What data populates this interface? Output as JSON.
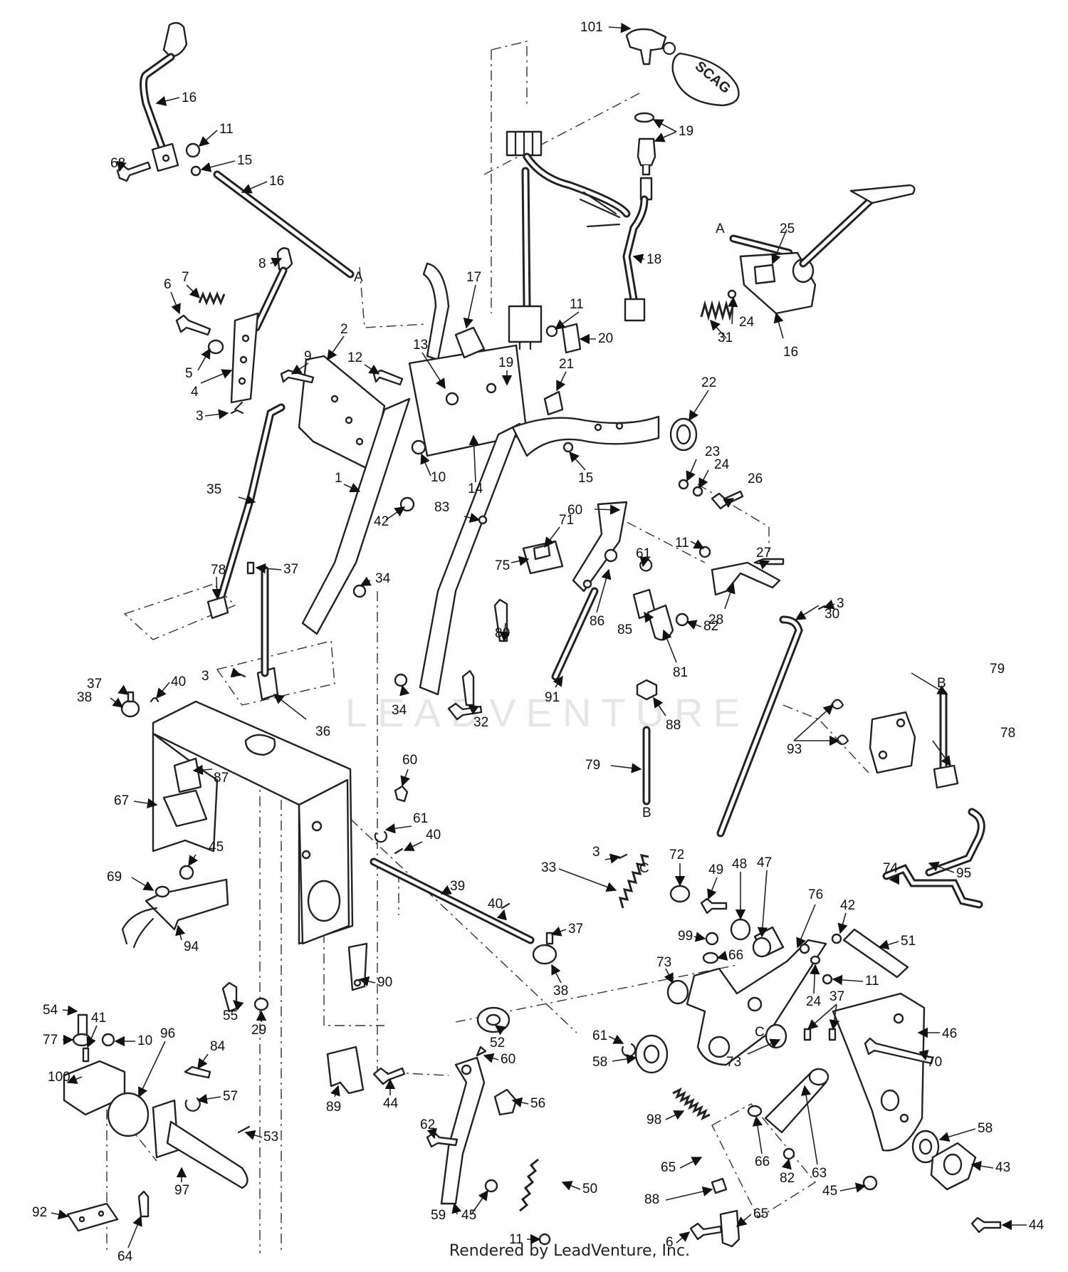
{
  "footer": {
    "credit": "Rendered by LeadVenture, Inc."
  },
  "watermark": {
    "text": "LEADVENTURE"
  },
  "reference_letters": [
    "A",
    "A",
    "B",
    "B",
    "C",
    "C"
  ],
  "callouts": [
    "101",
    "16",
    "11",
    "68",
    "15",
    "16",
    "19",
    "18",
    "25",
    "8",
    "7",
    "6",
    "5",
    "4",
    "3",
    "2",
    "9",
    "12",
    "13",
    "17",
    "11",
    "20",
    "19",
    "21",
    "22",
    "1",
    "10",
    "42",
    "14",
    "15",
    "23",
    "24",
    "26",
    "31",
    "24",
    "16",
    "35",
    "78",
    "37",
    "34",
    "83",
    "60",
    "75",
    "71",
    "61",
    "86",
    "85",
    "80",
    "11",
    "27",
    "28",
    "3",
    "82",
    "81",
    "91",
    "30",
    "3",
    "37",
    "38",
    "40",
    "36",
    "34",
    "32",
    "88",
    "79",
    "79",
    "93",
    "78",
    "87",
    "67",
    "60",
    "61",
    "40",
    "39",
    "45",
    "69",
    "94",
    "33",
    "3",
    "72",
    "49",
    "48",
    "47",
    "74",
    "95",
    "42",
    "51",
    "76",
    "99",
    "66",
    "73",
    "11",
    "24",
    "37",
    "55",
    "29",
    "90",
    "40",
    "37",
    "38",
    "52",
    "61",
    "58",
    "73",
    "70",
    "46",
    "54",
    "41",
    "10",
    "77",
    "84",
    "96",
    "100",
    "57",
    "53",
    "89",
    "44",
    "60",
    "56",
    "62",
    "98",
    "65",
    "66",
    "63",
    "58",
    "43",
    "82",
    "97",
    "92",
    "64",
    "59",
    "45",
    "50",
    "11",
    "88",
    "65",
    "6",
    "45",
    "44"
  ]
}
